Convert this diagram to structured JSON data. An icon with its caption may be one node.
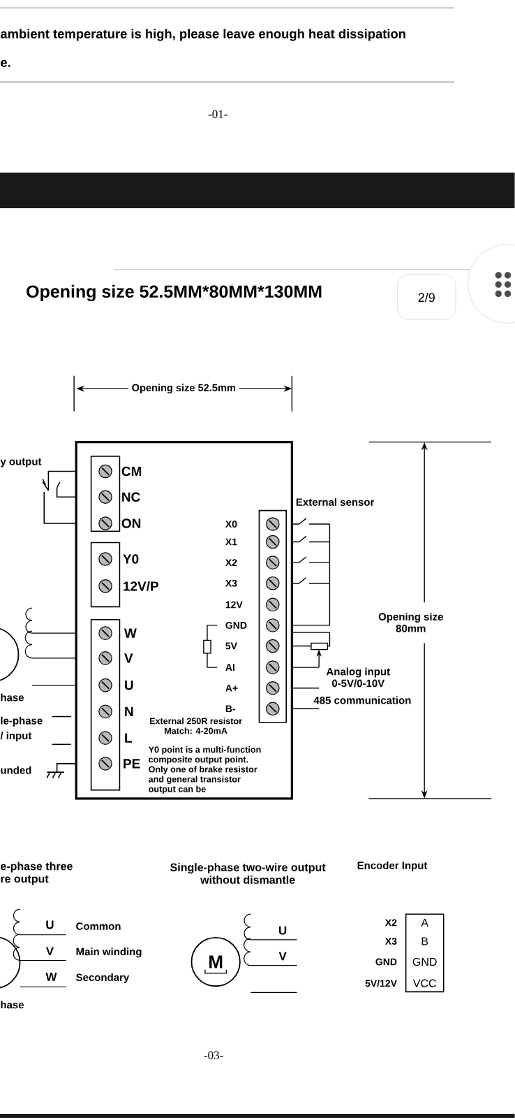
{
  "diagram": {
    "title": "Opening size 52.5MM*80MM*130MM",
    "nodes": [
      {
        "text": [],
        "shape": "box"
      },
      {
        "text": [
          "M"
        ]
      },
      {
        "text": [
          "A",
          "B",
          "GND",
          "VCC"
        ]
      }
    ],
    "labels": [
      "ambient temperature is high, please leave enough heat dissipation",
      "e.",
      "-01-",
      "2/9",
      "Opening size 52.5mm",
      "y output",
      "CM",
      "NC",
      "ON",
      "External sensor",
      "X0",
      "X1",
      "Y0",
      "X2",
      "12V/P",
      "X3",
      "12V",
      "W",
      "GND",
      "Opening size 80mm",
      "5V",
      "V",
      "AI",
      "Analog input 0-5V/0-10V",
      "hase",
      "U",
      "A+",
      "485 communication",
      "le-phase",
      "N",
      "B-",
      "External 250R resistor Match:  4-20mA",
      "/ input",
      "L",
      "Y0 point is a multi-function composite output point. Only one of brake resistor and general transistor output can be",
      "unded",
      "PE",
      "e-phase three re output",
      "Single-phase two-wire output without dismantle",
      "Encoder Input",
      "U",
      "Common",
      "U",
      "V",
      "Main winding",
      "V",
      "X2",
      "X3",
      "GND",
      "5V/12V",
      "W",
      "Secondary",
      "hase",
      "-03-"
    ]
  }
}
